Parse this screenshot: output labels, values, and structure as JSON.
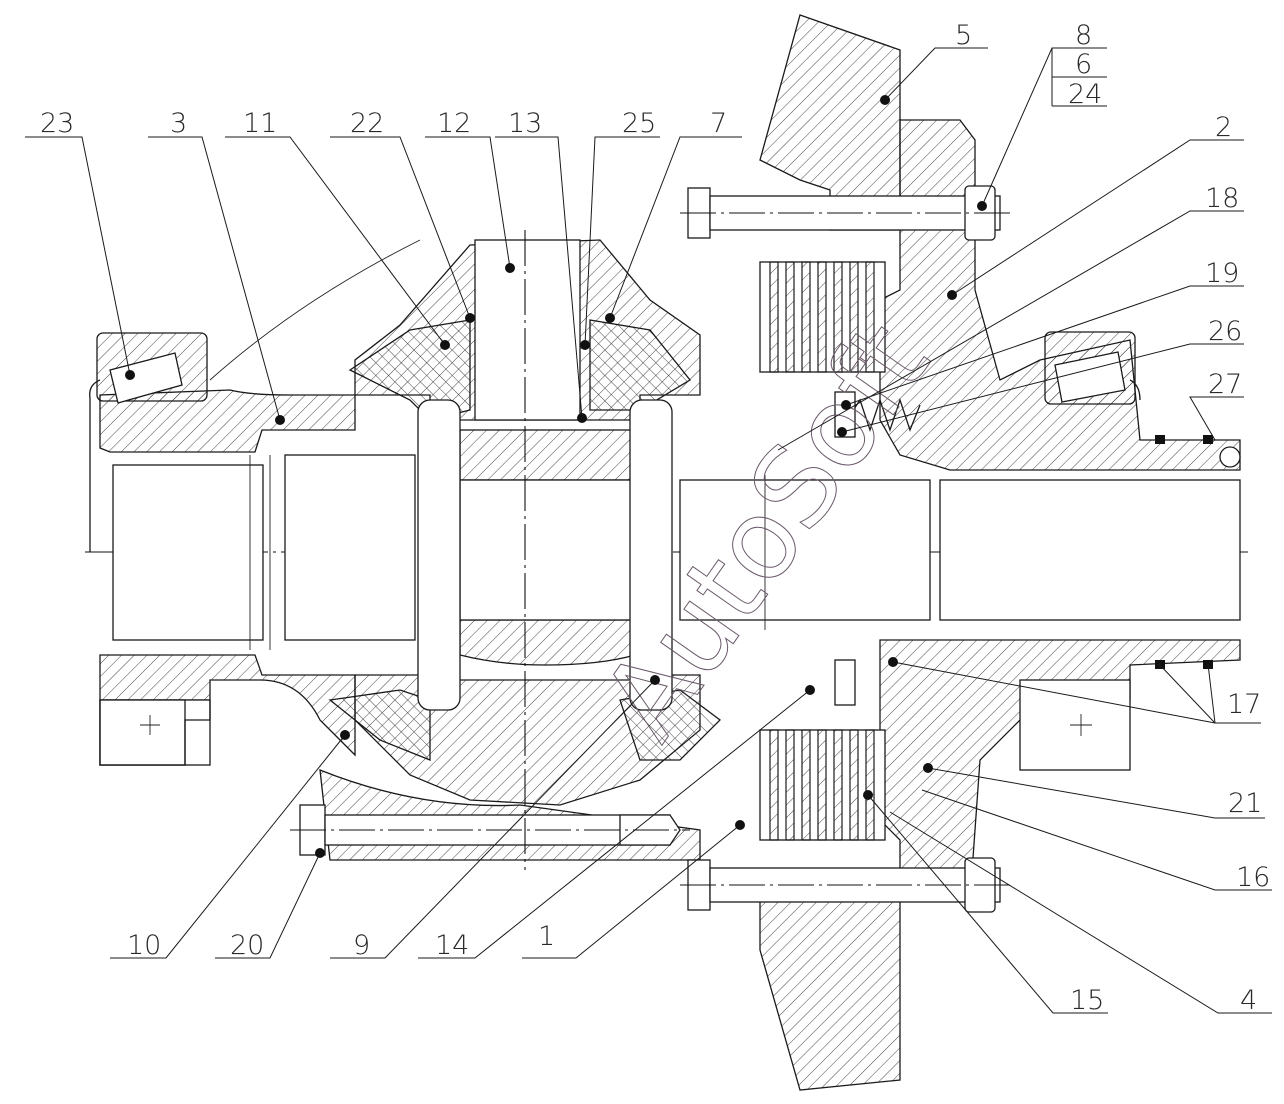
{
  "drawing": {
    "title": "Differential assembly cross-section",
    "watermark": "AutoSoft",
    "colors": {
      "line": "#1a1a1a",
      "background": "#ffffff",
      "watermark": "#6a5a6a"
    }
  },
  "callouts": {
    "top": [
      {
        "id": "23"
      },
      {
        "id": "3"
      },
      {
        "id": "11"
      },
      {
        "id": "22"
      },
      {
        "id": "12"
      },
      {
        "id": "13"
      },
      {
        "id": "25"
      },
      {
        "id": "7"
      }
    ],
    "top_right": [
      {
        "id": "5"
      },
      {
        "id": "8"
      },
      {
        "id": "6"
      },
      {
        "id": "24"
      },
      {
        "id": "2"
      },
      {
        "id": "18"
      },
      {
        "id": "19"
      },
      {
        "id": "26"
      },
      {
        "id": "27"
      }
    ],
    "right": [
      {
        "id": "17"
      },
      {
        "id": "21"
      },
      {
        "id": "16"
      },
      {
        "id": "15"
      },
      {
        "id": "4"
      }
    ],
    "bottom": [
      {
        "id": "10"
      },
      {
        "id": "20"
      },
      {
        "id": "9"
      },
      {
        "id": "14"
      },
      {
        "id": "1"
      }
    ]
  }
}
